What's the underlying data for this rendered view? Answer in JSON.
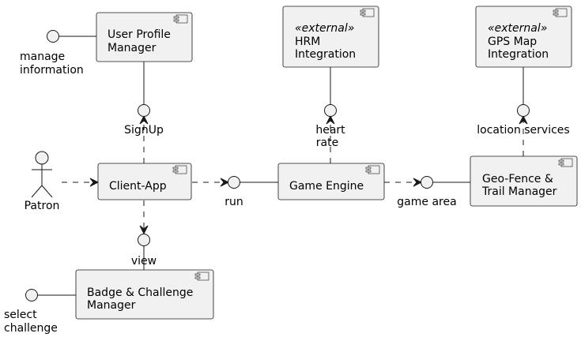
{
  "components": {
    "user_profile_manager": {
      "lines": [
        "User Profile",
        "Manager"
      ]
    },
    "hrm_integration": {
      "stereotype": "«external»",
      "lines": [
        "HRM",
        "Integration"
      ]
    },
    "gps_map_integration": {
      "stereotype": "«external»",
      "lines": [
        "GPS Map",
        "Integration"
      ]
    },
    "client_app": {
      "lines": [
        "Client-App"
      ]
    },
    "game_engine": {
      "lines": [
        "Game Engine"
      ]
    },
    "geo_fence_trail_manager": {
      "lines": [
        "Geo-Fence &",
        "Trail Manager"
      ]
    },
    "badge_challenge_manager": {
      "lines": [
        "Badge & Challenge",
        "Manager"
      ]
    }
  },
  "interfaces": {
    "manage_information": [
      "manage",
      "information"
    ],
    "signup": [
      "SignUp"
    ],
    "heart_rate": [
      "heart",
      "rate"
    ],
    "location_services": [
      "location services"
    ],
    "run": [
      "run"
    ],
    "game_area": [
      "game area"
    ],
    "view": [
      "view"
    ],
    "select_challenge": [
      "select",
      "challenge"
    ]
  },
  "actors": {
    "patron": "Patron"
  },
  "colors": {
    "element_fill": "#f1f1f1",
    "stroke": "#181818",
    "background": "#ffffff"
  }
}
